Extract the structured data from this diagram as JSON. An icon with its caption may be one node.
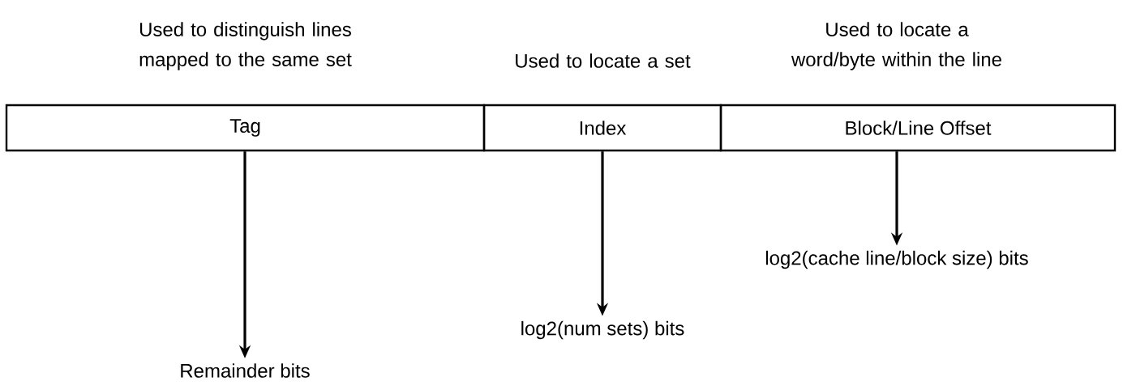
{
  "diagram": {
    "nodes": [
      {
        "text": [
          "Used to distinguish lines mapped to the same set",
          "Tag"
        ]
      },
      {
        "text": [
          "Used to locate a set",
          "Index"
        ]
      },
      {
        "text": [
          "Used to locate a word/byte within the line",
          "Block/Line Offset"
        ]
      },
      {
        "text": [
          "Remainder bits"
        ]
      },
      {
        "text": [
          "log2(num sets) bits"
        ]
      },
      {
        "text": [
          "log2(cache line/block size) bits"
        ]
      }
    ],
    "edges": [
      {
        "from": 0,
        "to": 3,
        "arrow": "to"
      },
      {
        "from": 1,
        "to": 4,
        "arrow": "to"
      },
      {
        "from": 2,
        "to": 5,
        "arrow": "to"
      }
    ]
  }
}
